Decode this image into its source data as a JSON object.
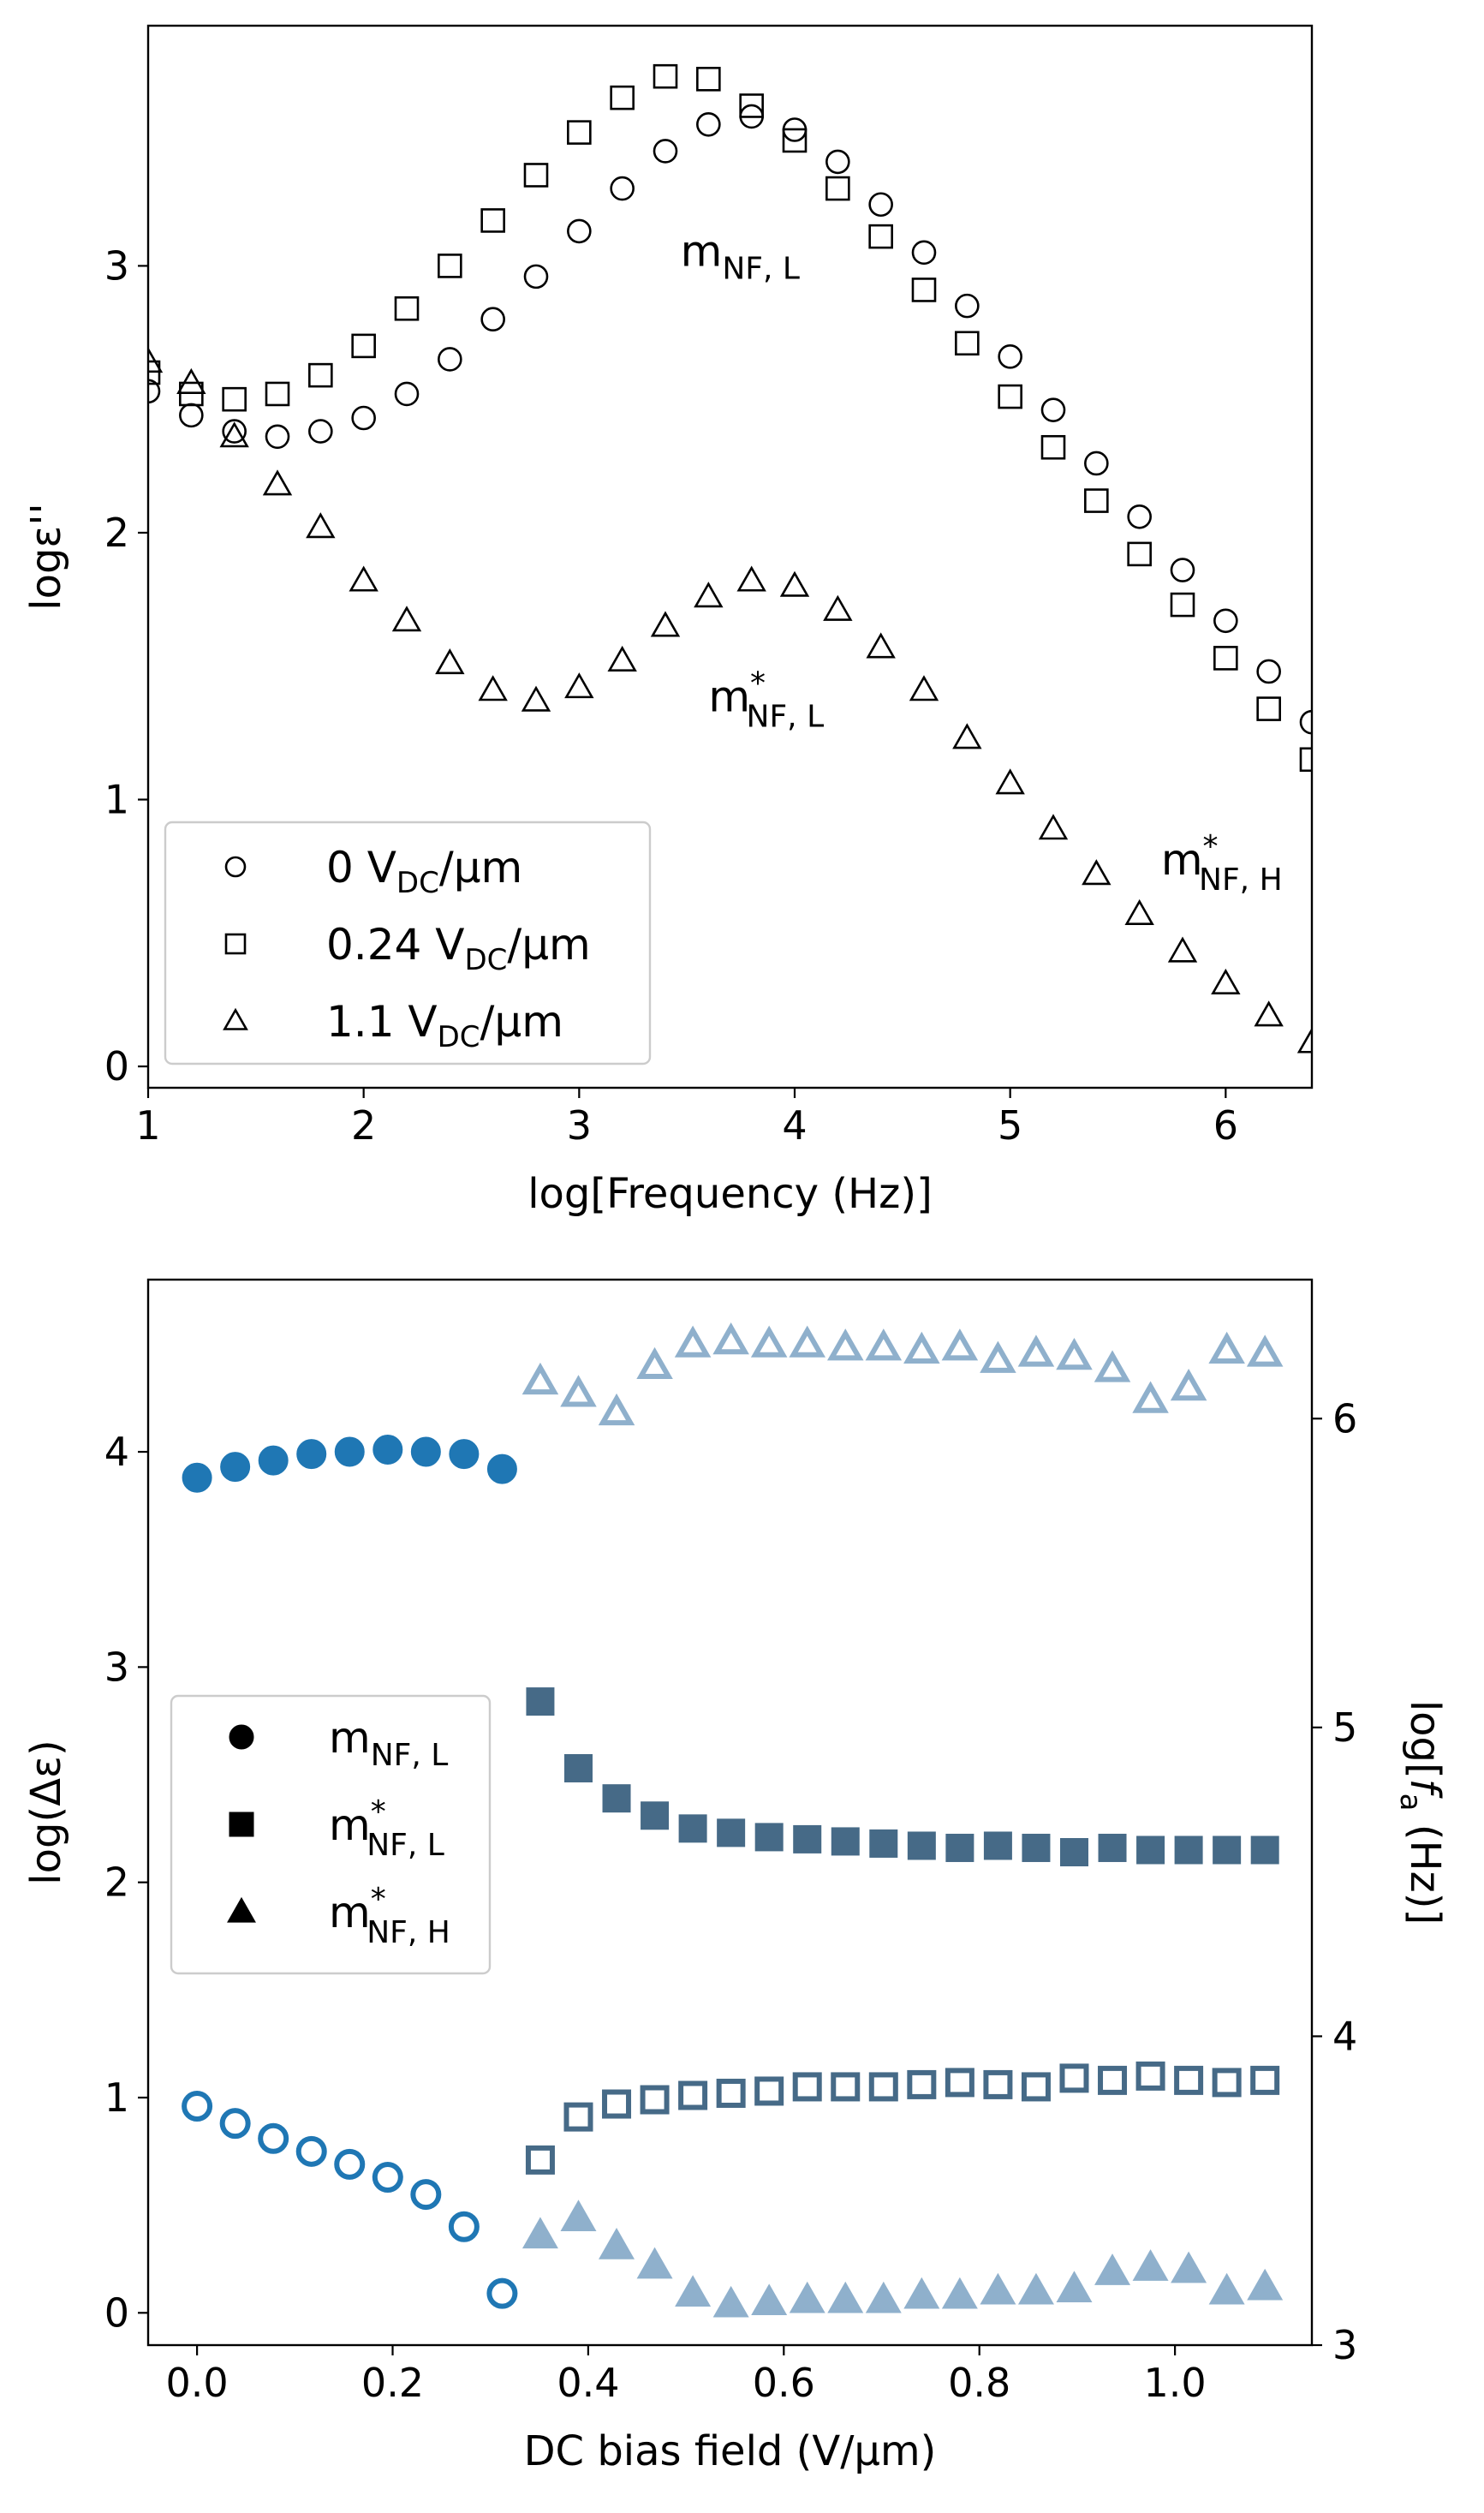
{
  "chart_data": [
    {
      "type": "scatter",
      "xlabel": "log[Frequency (Hz)]",
      "ylabel": "logε''",
      "xlim": [
        1,
        6.4
      ],
      "ylim": [
        -0.08,
        3.9
      ],
      "xticks": [
        1,
        2,
        3,
        4,
        5,
        6
      ],
      "yticks": [
        0,
        1,
        2,
        3
      ],
      "grid": false,
      "legend_position": "lower-left",
      "series": [
        {
          "name": "0 VDC/μm",
          "legend_main": "0 V",
          "legend_sub": "DC",
          "legend_tail": "/μm",
          "marker": "circle",
          "x": [
            1.0,
            1.2,
            1.4,
            1.6,
            1.8,
            2.0,
            2.2,
            2.4,
            2.6,
            2.8,
            3.0,
            3.2,
            3.4,
            3.6,
            3.8,
            4.0,
            4.2,
            4.4,
            4.6,
            4.8,
            5.0,
            5.2,
            5.4,
            5.6,
            5.8,
            6.0,
            6.2,
            6.4
          ],
          "y": [
            2.53,
            2.44,
            2.38,
            2.36,
            2.38,
            2.43,
            2.52,
            2.65,
            2.8,
            2.96,
            3.13,
            3.29,
            3.43,
            3.53,
            3.56,
            3.51,
            3.39,
            3.23,
            3.05,
            2.85,
            2.66,
            2.46,
            2.26,
            2.06,
            1.86,
            1.67,
            1.48,
            1.29
          ]
        },
        {
          "name": "0.24 VDC/μm",
          "legend_main": "0.24 V",
          "legend_sub": "DC",
          "legend_tail": "/μm",
          "marker": "square",
          "x": [
            1.0,
            1.2,
            1.4,
            1.6,
            1.8,
            2.0,
            2.2,
            2.4,
            2.6,
            2.8,
            3.0,
            3.2,
            3.4,
            3.6,
            3.8,
            4.0,
            4.2,
            4.4,
            4.6,
            4.8,
            5.0,
            5.2,
            5.4,
            5.6,
            5.8,
            6.0,
            6.2,
            6.4
          ],
          "y": [
            2.6,
            2.52,
            2.5,
            2.52,
            2.59,
            2.7,
            2.84,
            3.0,
            3.17,
            3.34,
            3.5,
            3.63,
            3.71,
            3.7,
            3.6,
            3.47,
            3.29,
            3.11,
            2.91,
            2.71,
            2.51,
            2.32,
            2.12,
            1.92,
            1.73,
            1.53,
            1.34,
            1.15
          ]
        },
        {
          "name": "1.1 VDC/μm",
          "legend_main": "1.1 V",
          "legend_sub": "DC",
          "legend_tail": "/μm",
          "marker": "triangle",
          "x": [
            1.0,
            1.2,
            1.4,
            1.6,
            1.8,
            2.0,
            2.2,
            2.4,
            2.6,
            2.8,
            3.0,
            3.2,
            3.4,
            3.6,
            3.8,
            4.0,
            4.2,
            4.4,
            4.6,
            4.8,
            5.0,
            5.2,
            5.4,
            5.6,
            5.8,
            6.0,
            6.2,
            6.4
          ],
          "y": [
            2.64,
            2.56,
            2.36,
            2.18,
            2.02,
            1.82,
            1.67,
            1.51,
            1.41,
            1.37,
            1.42,
            1.52,
            1.65,
            1.76,
            1.82,
            1.8,
            1.71,
            1.57,
            1.41,
            1.23,
            1.06,
            0.89,
            0.72,
            0.57,
            0.43,
            0.31,
            0.19,
            0.09
          ]
        }
      ],
      "annotations": [
        {
          "main": "m",
          "sub": "NF, L",
          "sup": "",
          "x": 3.47,
          "y": 3.0
        },
        {
          "main": "m",
          "sub": "NF, L",
          "sup": "*",
          "x": 3.6,
          "y": 1.33
        },
        {
          "main": "m",
          "sub": "NF, H",
          "sup": "*",
          "x": 5.7,
          "y": 0.72
        }
      ]
    },
    {
      "type": "scatter",
      "xlabel": "DC bias field (V/μm)",
      "ylabel": "log(Δε)",
      "ylabel_right": "log[fa (Hz)]",
      "ylabel_right_parts": {
        "prefix": "log[",
        "f": "f",
        "sub": "a",
        "suffix": " (Hz)]"
      },
      "xlim": [
        -0.05,
        1.14
      ],
      "ylim": [
        -0.15,
        4.8
      ],
      "ylim_right": [
        3.0,
        6.45
      ],
      "xticks": [
        0.0,
        0.2,
        0.4,
        0.6,
        0.8,
        1.0
      ],
      "xtick_labels": [
        "0.0",
        "0.2",
        "0.4",
        "0.6",
        "0.8",
        "1.0"
      ],
      "yticks": [
        0,
        1,
        2,
        3,
        4
      ],
      "yticks_right": [
        3,
        4,
        5,
        6
      ],
      "grid": false,
      "legend_position": "center-left",
      "legend": [
        {
          "marker": "circle",
          "main": "m",
          "sub": "NF, L",
          "sup": ""
        },
        {
          "marker": "square",
          "main": "m",
          "sub": "NF, L",
          "sup": "*"
        },
        {
          "marker": "triangle",
          "main": "m",
          "sub": "NF, H",
          "sup": "*"
        }
      ],
      "colors": {
        "mNFL": "#1f77b4",
        "mNFLstar": "#466a87",
        "mNFHstar": "#8fb0cc"
      },
      "series": [
        {
          "id": "mNFL-strength",
          "marker": "circle",
          "fill": "filled",
          "axis": "left",
          "color": "#1f77b4",
          "x": [
            0.0,
            0.039,
            0.078,
            0.117,
            0.156,
            0.195,
            0.234,
            0.273,
            0.312
          ],
          "y": [
            3.88,
            3.93,
            3.96,
            3.99,
            4.0,
            4.01,
            4.0,
            3.99,
            3.92
          ]
        },
        {
          "id": "mNFHstar-freq",
          "marker": "triangle",
          "fill": "open",
          "axis": "right",
          "color": "#8fb0cc",
          "x": [
            0.351,
            0.39,
            0.429,
            0.468,
            0.507,
            0.546,
            0.585,
            0.624,
            0.663,
            0.702,
            0.741,
            0.78,
            0.819,
            0.858,
            0.897,
            0.936,
            0.975,
            1.014,
            1.053,
            1.092
          ],
          "y": [
            6.12,
            6.08,
            6.02,
            6.17,
            6.24,
            6.25,
            6.24,
            6.24,
            6.23,
            6.23,
            6.22,
            6.23,
            6.19,
            6.21,
            6.2,
            6.16,
            6.06,
            6.1,
            6.22,
            6.21
          ]
        },
        {
          "id": "mNFLstar-strength",
          "marker": "square",
          "fill": "filled",
          "axis": "left",
          "color": "#466a87",
          "x": [
            0.351,
            0.39,
            0.429,
            0.468,
            0.507,
            0.546,
            0.585,
            0.624,
            0.663,
            0.702,
            0.741,
            0.78,
            0.819,
            0.858,
            0.897,
            0.936,
            0.975,
            1.014,
            1.053,
            1.092
          ],
          "y": [
            2.84,
            2.53,
            2.39,
            2.31,
            2.25,
            2.23,
            2.21,
            2.2,
            2.19,
            2.18,
            2.17,
            2.16,
            2.17,
            2.16,
            2.14,
            2.16,
            2.15,
            2.15,
            2.15,
            2.15
          ]
        },
        {
          "id": "mNFL-freq",
          "marker": "circle",
          "fill": "open",
          "axis": "left",
          "color": "#1f77b4",
          "x": [
            0.0,
            0.039,
            0.078,
            0.117,
            0.156,
            0.195,
            0.234,
            0.273,
            0.312
          ],
          "y": [
            0.96,
            0.88,
            0.81,
            0.75,
            0.69,
            0.63,
            0.55,
            0.4,
            0.09
          ]
        },
        {
          "id": "mNFLstar-freq",
          "marker": "square",
          "fill": "open",
          "axis": "left",
          "color": "#466a87",
          "x": [
            0.351,
            0.39,
            0.429,
            0.468,
            0.507,
            0.546,
            0.585,
            0.624,
            0.663,
            0.702,
            0.741,
            0.78,
            0.819,
            0.858,
            0.897,
            0.936,
            0.975,
            1.014,
            1.053,
            1.092
          ],
          "y": [
            0.71,
            0.91,
            0.97,
            0.99,
            1.01,
            1.02,
            1.03,
            1.05,
            1.05,
            1.05,
            1.06,
            1.07,
            1.06,
            1.05,
            1.09,
            1.08,
            1.1,
            1.08,
            1.07,
            1.08
          ]
        },
        {
          "id": "mNFHstar-strength",
          "marker": "triangle",
          "fill": "filled",
          "axis": "left",
          "color": "#8fb0cc",
          "x": [
            0.351,
            0.39,
            0.429,
            0.468,
            0.507,
            0.546,
            0.585,
            0.624,
            0.663,
            0.702,
            0.741,
            0.78,
            0.819,
            0.858,
            0.897,
            0.936,
            0.975,
            1.014,
            1.053,
            1.092
          ],
          "y": [
            0.36,
            0.44,
            0.31,
            0.22,
            0.09,
            0.04,
            0.05,
            0.06,
            0.06,
            0.06,
            0.08,
            0.08,
            0.1,
            0.1,
            0.11,
            0.19,
            0.21,
            0.2,
            0.1,
            0.12
          ]
        }
      ]
    }
  ]
}
